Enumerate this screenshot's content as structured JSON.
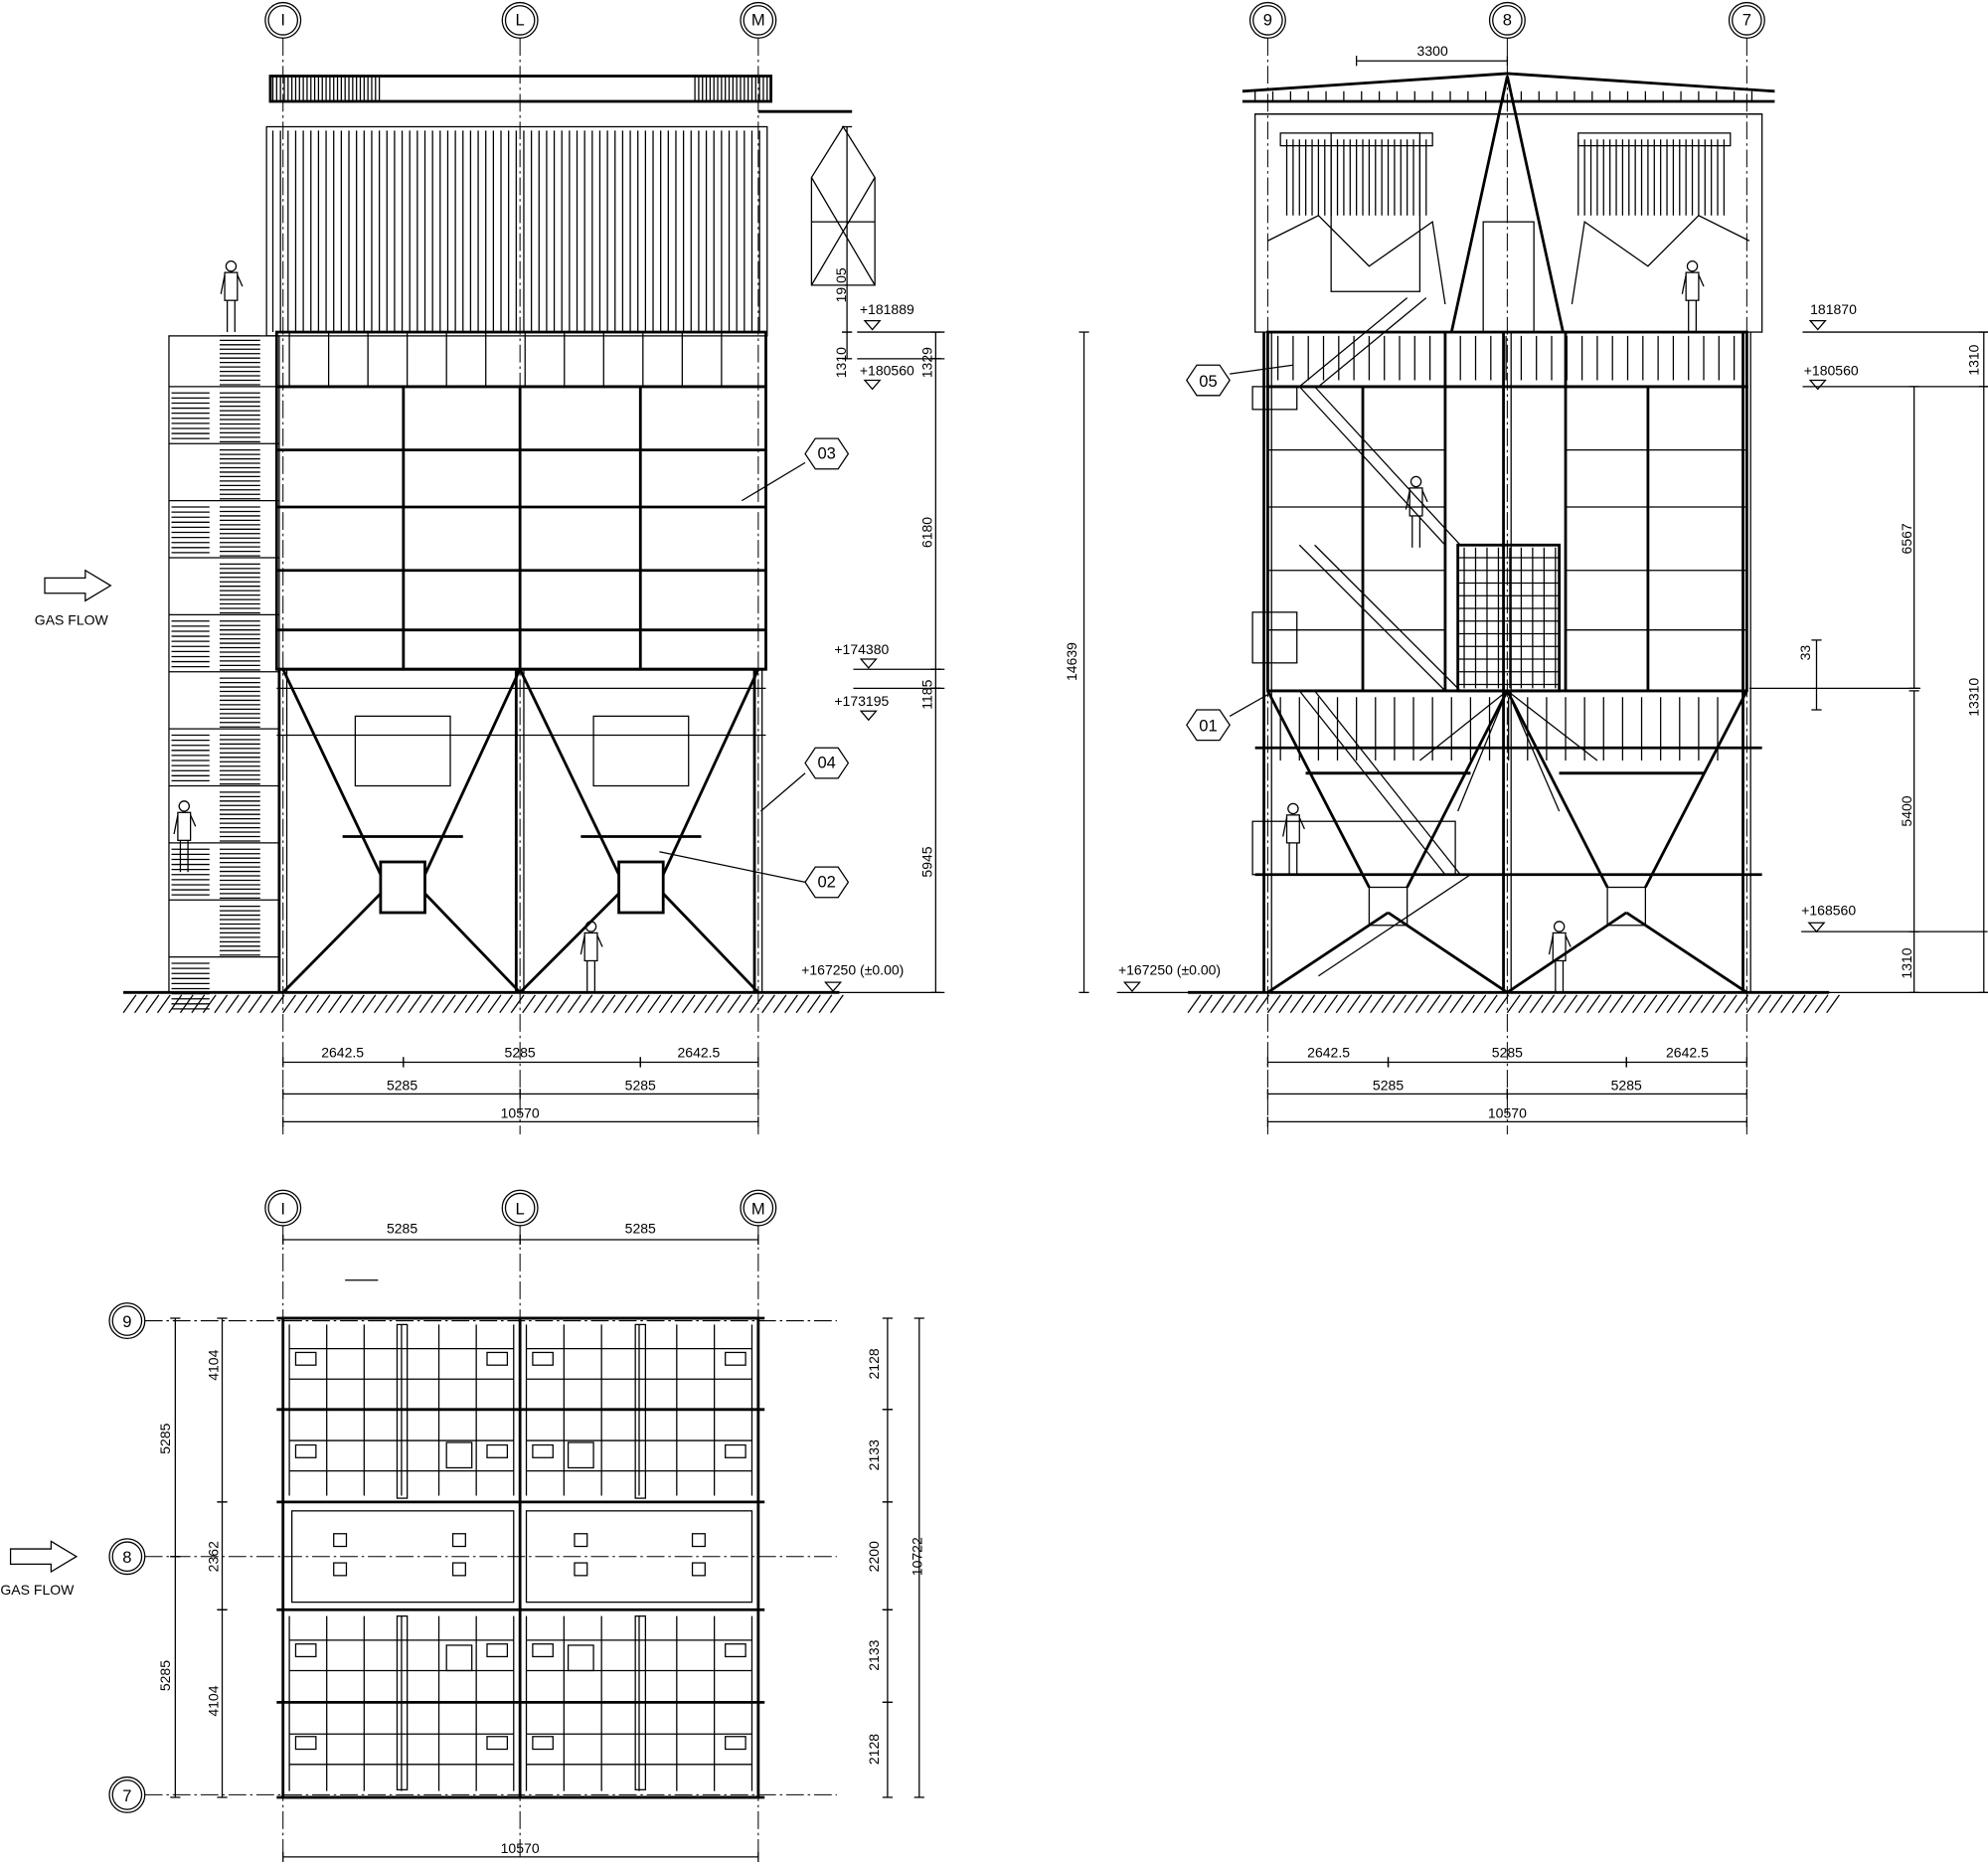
{
  "colors": {
    "line": "#000000",
    "background": "#ffffff",
    "duct_blue": "#3b3bd8"
  },
  "front_elevation": {
    "grid": [
      "I",
      "L",
      "M"
    ],
    "gas_flow": "GAS FLOW",
    "elevations": [
      "+181889",
      "+180560",
      "+174380",
      "+173195",
      "+167250  (±0.00)"
    ],
    "dims_vertical": {
      "hoist": "19.05",
      "platform": "1310",
      "top": "1329",
      "casing": "6180",
      "transition": "1185",
      "support": "5945"
    },
    "dims_bottom": {
      "row1": [
        "2642.5",
        "5285",
        "2642.5"
      ],
      "row2": [
        "5285",
        "5285"
      ],
      "total": "10570"
    },
    "callouts": [
      "03",
      "04",
      "02"
    ]
  },
  "side_elevation": {
    "grid": [
      "9",
      "8",
      "7"
    ],
    "top_dim": "3300",
    "elevations": [
      "181870",
      "+180560",
      "+168560",
      "+167250  (±0.00)"
    ],
    "dims_vertical": {
      "overall": "14639",
      "top": "1310",
      "total": "13310",
      "casing": "6567",
      "gap": "33",
      "hopper": "5400",
      "bottom": "1310"
    },
    "dims_bottom": {
      "row1": [
        "2642.5",
        "5285",
        "2642.5"
      ],
      "row2": [
        "5285",
        "5285"
      ],
      "total": "10570"
    },
    "callouts": [
      "05",
      "01"
    ]
  },
  "plan_view": {
    "grid_cols": [
      "I",
      "L",
      "M"
    ],
    "grid_rows": [
      "9",
      "8",
      "7"
    ],
    "gas_flow": "GAS FLOW",
    "dims_top": [
      "5285",
      "5285"
    ],
    "dims_left_outer": [
      "5285",
      "5285"
    ],
    "dims_left_inner": [
      "4104",
      "2362",
      "4104"
    ],
    "dims_right": [
      "2128",
      "2133",
      "2200",
      "2133",
      "2128"
    ],
    "dims_right_total": "10722",
    "dims_bottom": "10570"
  }
}
